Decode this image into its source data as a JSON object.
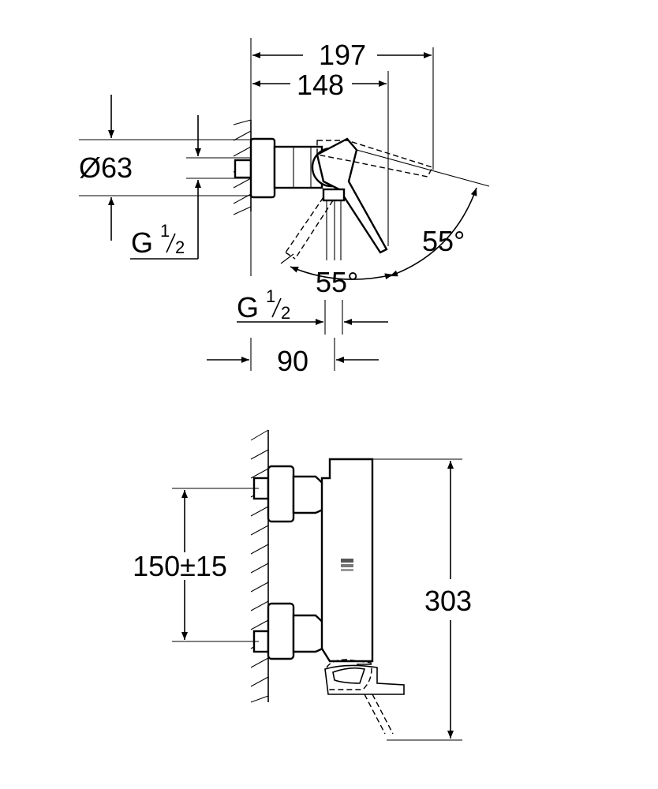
{
  "top_view": {
    "dim_overall_width": "197",
    "dim_body_width": "148",
    "dim_diameter": "Ø63",
    "dim_connection_left": {
      "main": "G",
      "num": "1",
      "den": "2"
    },
    "dim_connection_bottom": {
      "main": "G",
      "num": "1",
      "den": "2"
    },
    "angle_lever": "55°",
    "angle_spout": "55°",
    "dim_projection": "90"
  },
  "front_view": {
    "dim_center_distance": "150±15",
    "dim_height": "303"
  }
}
